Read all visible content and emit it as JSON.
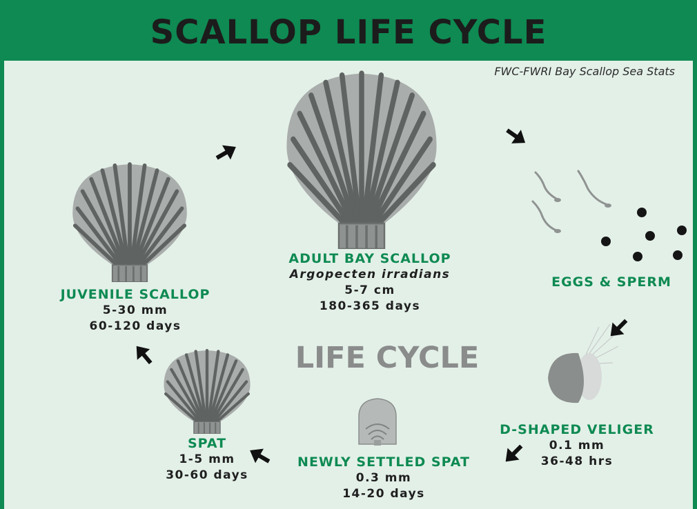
{
  "title": "SCALLOP LIFE CYCLE",
  "credit": "FWC-FWRI Bay Scallop Sea Stats",
  "center_title": "LIFE CYCLE",
  "stages": {
    "adult": {
      "name": "ADULT BAY SCALLOP",
      "species": "Argopecten irradians",
      "size": "5-7 cm",
      "duration": "180-365 days"
    },
    "eggs": {
      "name": "EGGS & SPERM"
    },
    "veliger": {
      "name": "D-SHAPED VELIGER",
      "size": "0.1 mm",
      "duration": "36-48 hrs"
    },
    "newly_settled": {
      "name": "NEWLY SETTLED SPAT",
      "size": "0.3 mm",
      "duration": "14-20 days"
    },
    "spat": {
      "name": "SPAT",
      "size": "1-5 mm",
      "duration": "30-60 days"
    },
    "juvenile": {
      "name": "JUVENILE SCALLOP",
      "size": "5-30 mm",
      "duration": "60-120 days"
    }
  },
  "colors": {
    "frame_green": "#0e8a52",
    "background": "#e3f0e8",
    "title_text": "#1c1c1c",
    "center_title": "#8a8c8c",
    "shell_light": "#a9adab",
    "shell_dark": "#5f6361"
  },
  "icons": [
    "scallop-shell-icon",
    "sperm-icon",
    "egg-icon",
    "veliger-larva-icon",
    "arrow-icon"
  ]
}
